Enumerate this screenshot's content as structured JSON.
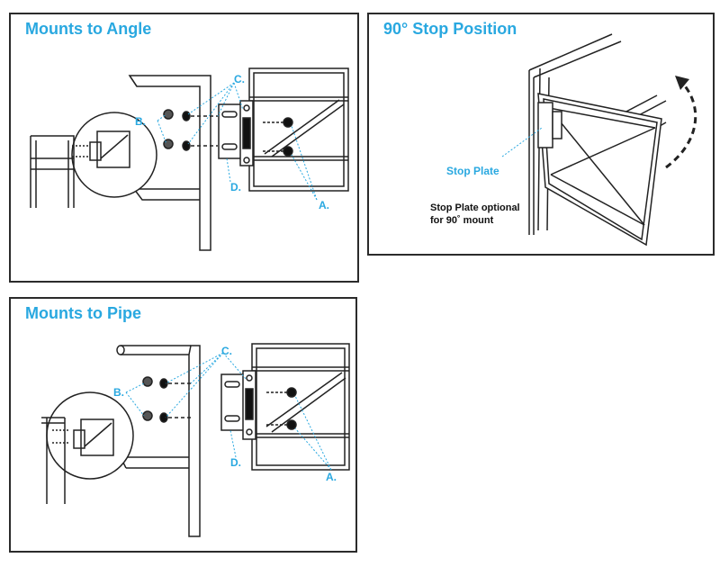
{
  "colors": {
    "accent": "#29a8e0",
    "line": "#222222",
    "border": "#2b2b2b"
  },
  "panel_angle": {
    "title": "Mounts to Angle",
    "labels": {
      "a": "A.",
      "b": "B.",
      "c": "C.",
      "d": "D."
    }
  },
  "panel_stop": {
    "title": "90° Stop Position",
    "stop_plate_label": "Stop Plate",
    "note_line1": "Stop Plate optional",
    "note_line2": "for 90˚ mount"
  },
  "panel_pipe": {
    "title": "Mounts to Pipe",
    "labels": {
      "a": "A.",
      "b": "B.",
      "c": "C.",
      "d": "D."
    }
  }
}
